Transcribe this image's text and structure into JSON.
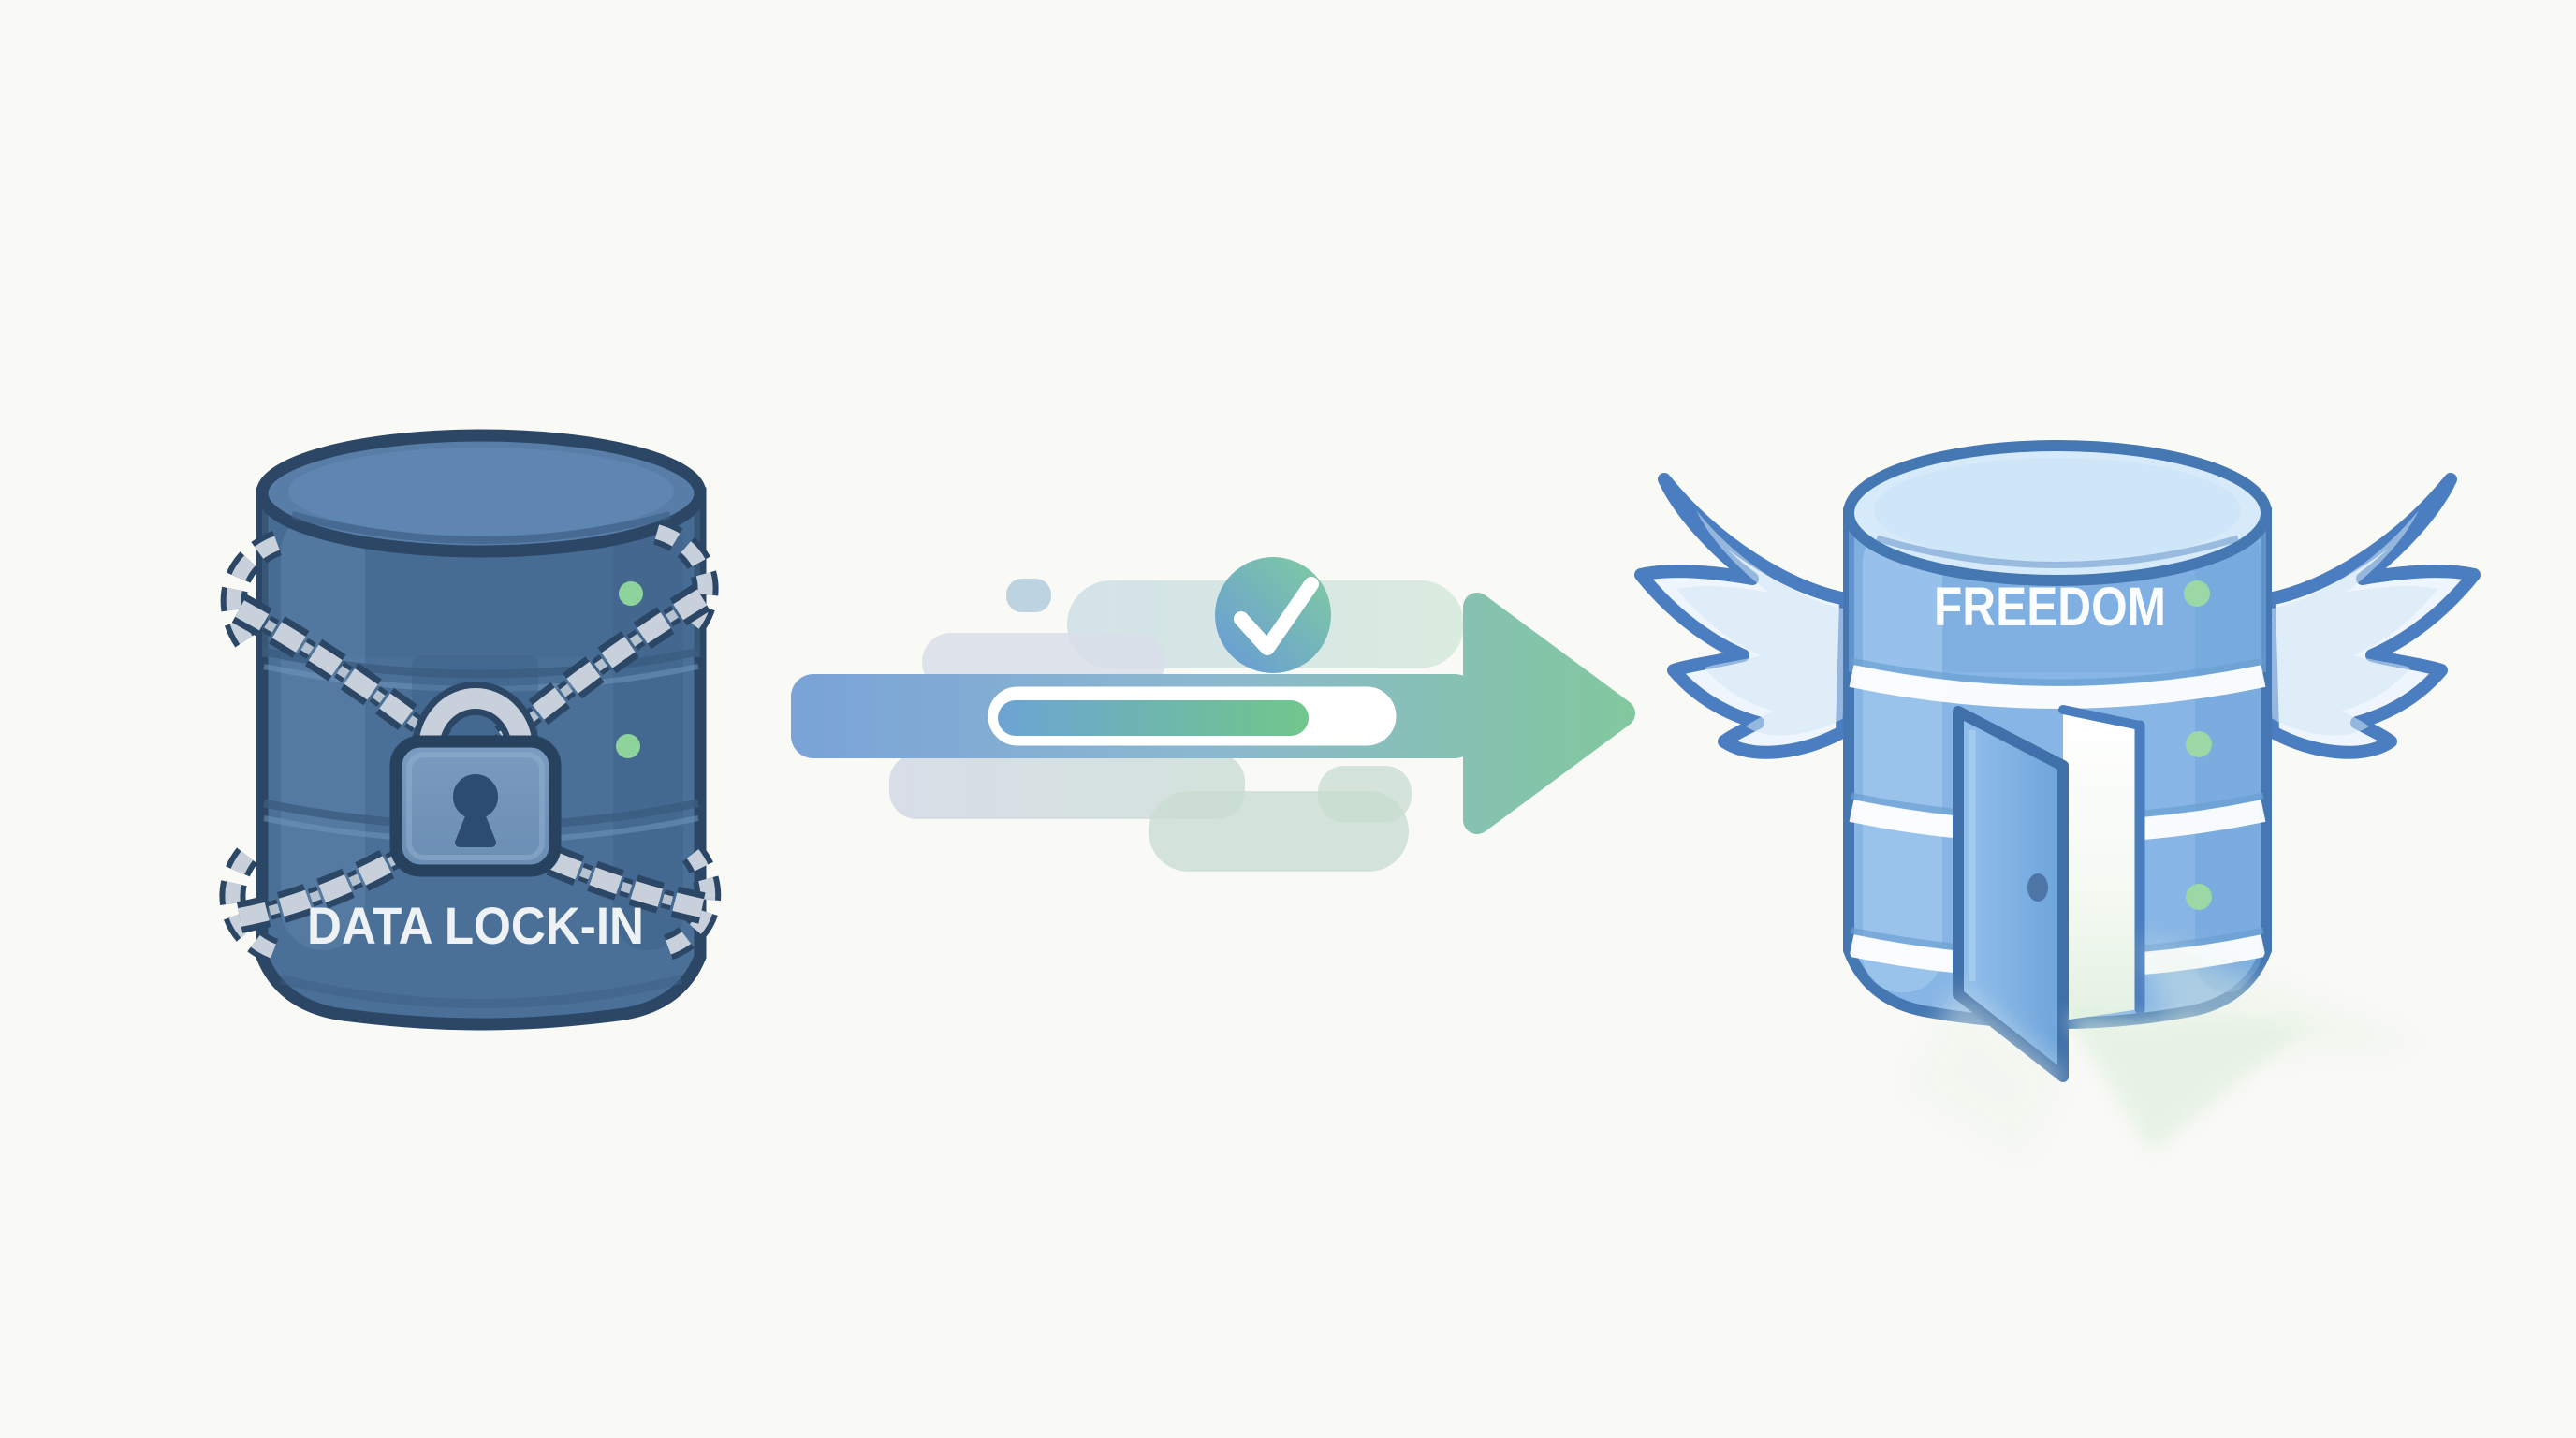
{
  "scene": {
    "background_color": "#f9f9f6",
    "left_database": {
      "label": "DATA LOCK-IN",
      "label_color": "#eef2f5",
      "body_color": "#4a7098",
      "outline_color": "#2b4765",
      "chain_color": "#c8d1db",
      "padlock_body_color": "#7b9cc0",
      "keyhole_color": "#2c4c72",
      "status_dot_color": "#8ed39c",
      "status_dot_count": 2
    },
    "migration": {
      "arrow_start_color": "#7aa3d7",
      "arrow_end_color": "#82c89e",
      "progress_track_color": "#ffffff",
      "progress_fill_start_color": "#6ca4d4",
      "progress_fill_end_color": "#70c78b",
      "progress_percent": 80,
      "check_color": "#ffffff"
    },
    "right_database": {
      "label": "FREEDOM",
      "label_color": "#fbfdfe",
      "body_color": "#87b5e5",
      "outline_color": "#4578b3",
      "top_face_color": "#d7eafa",
      "wing_color": "#eef5fc",
      "door_color": "#7fb0e2",
      "doorway_glow_color": "#dcefdb",
      "status_dot_color": "#9bd8a6",
      "status_dot_count": 3
    }
  }
}
